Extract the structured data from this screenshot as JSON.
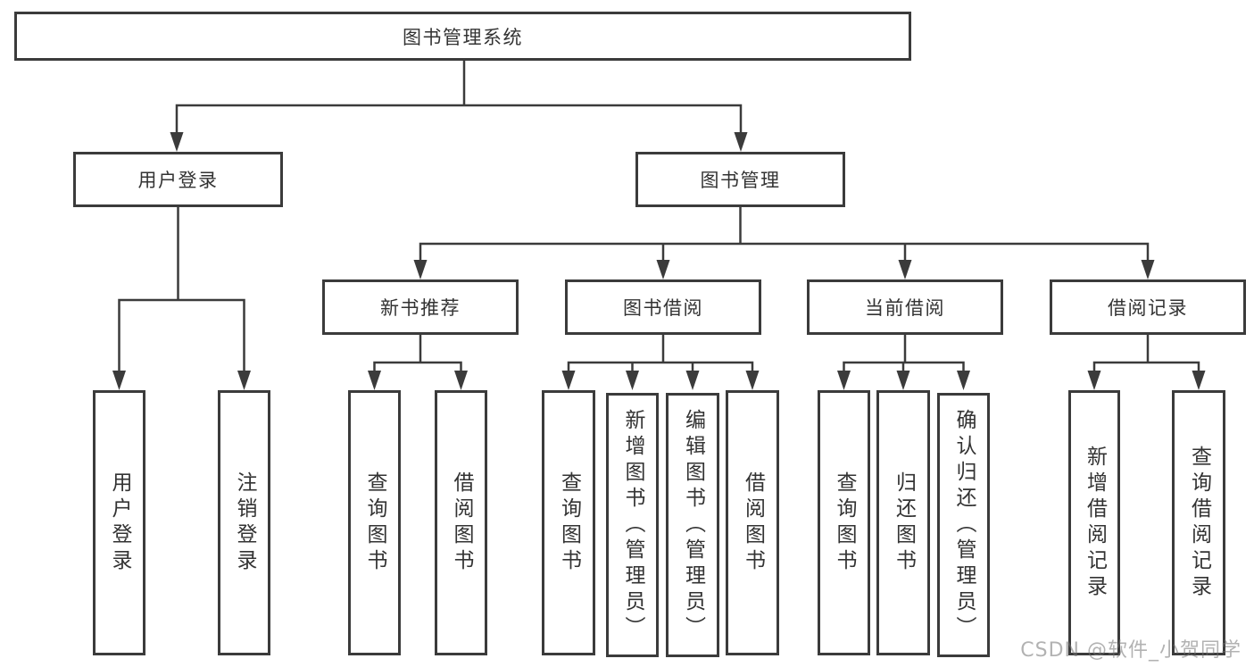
{
  "diagram": {
    "root": {
      "label": "图书管理系统"
    },
    "branches": [
      {
        "label": "用户登录",
        "children": [
          {
            "label": "用户登录"
          },
          {
            "label": "注销登录"
          }
        ]
      },
      {
        "label": "图书管理",
        "children": [
          {
            "label": "新书推荐",
            "children": [
              {
                "label": "查询图书"
              },
              {
                "label": "借阅图书"
              }
            ]
          },
          {
            "label": "图书借阅",
            "children": [
              {
                "label": "查询图书"
              },
              {
                "label": "新增图书（管理员）"
              },
              {
                "label": "编辑图书（管理员）"
              },
              {
                "label": "借阅图书"
              }
            ]
          },
          {
            "label": "当前借阅",
            "children": [
              {
                "label": "查询图书"
              },
              {
                "label": "归还图书"
              },
              {
                "label": "确认归还（管理员）"
              }
            ]
          },
          {
            "label": "借阅记录",
            "children": [
              {
                "label": "新增借阅记录"
              },
              {
                "label": "查询借阅记录"
              }
            ]
          }
        ]
      }
    ]
  },
  "watermark": {
    "text": "CSDN @软件_小贺同学"
  },
  "colors": {
    "line": "#3b3b3b",
    "box_border": "#3b3b3b",
    "text": "#333333",
    "watermark": "#bdbdbd",
    "background": "#ffffff"
  }
}
